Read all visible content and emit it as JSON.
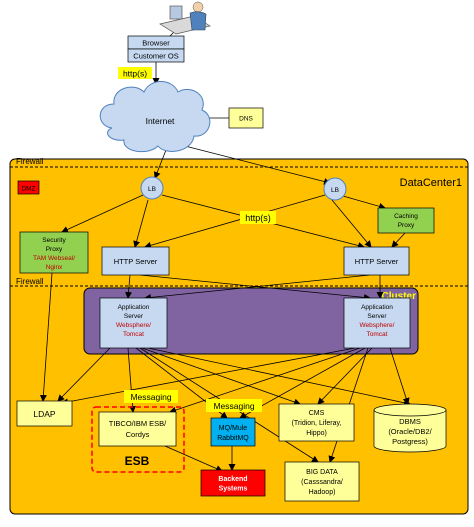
{
  "user": {
    "browser": "Browser",
    "os": "Customer OS"
  },
  "protocol_top": "http(s)",
  "internet": "Internet",
  "dns": "DNS",
  "firewall_top": "Firewall",
  "firewall_mid": "Firewall",
  "dmz": "DMZ",
  "datacenter": "DataCenter1",
  "lb_left": "LB",
  "lb_right": "LB",
  "protocol_mid": "http(s)",
  "security_proxy": {
    "line1": "Security",
    "line2": "Proxy",
    "line3": "TAM Webseal/",
    "line4": "Nginx"
  },
  "caching_proxy": {
    "line1": "Caching",
    "line2": "Proxy"
  },
  "http_server_left": "HTTP Server",
  "http_server_right": "HTTP Server",
  "cluster": "Cluster",
  "app_left": {
    "line1": "Application",
    "line2": "Server",
    "line3": "Websphere/",
    "line4": "Tomcat"
  },
  "app_right": {
    "line1": "Application",
    "line2": "Server",
    "line3": "Websphere/",
    "line4": "Tomcat"
  },
  "ldap": "LDAP",
  "messaging_left": "Messaging",
  "messaging_right": "Messaging",
  "tibco": {
    "line1": "TIBCO/IBM ESB/",
    "line2": "Cordys"
  },
  "esb": "ESB",
  "mq": {
    "line1": "MQ/Mule",
    "line2": "RabbitMQ"
  },
  "backend": {
    "line1": "Backend",
    "line2": "Systems"
  },
  "cms": {
    "line1": "CMS",
    "line2": "(Tridion, Liferay,",
    "line3": "Hippo)"
  },
  "dbms": {
    "line1": "DBMS",
    "line2": "(Oracle/DB2/",
    "line3": "Postgress)"
  },
  "bigdata": {
    "line1": "BIG DATA",
    "line2": "(Casssandra/",
    "line3": "Hadoop)"
  },
  "colors": {
    "datacenter_fill": "#FFC000",
    "cluster_fill": "#8064A2",
    "box_light_blue": "#C6D9F1",
    "box_light_yellow": "#FFFF99",
    "box_green": "#92D050",
    "box_red": "#FF0000",
    "box_mq": "#00B0F0",
    "label_yellow": "#FFFF00",
    "red_text": "#C00000"
  }
}
